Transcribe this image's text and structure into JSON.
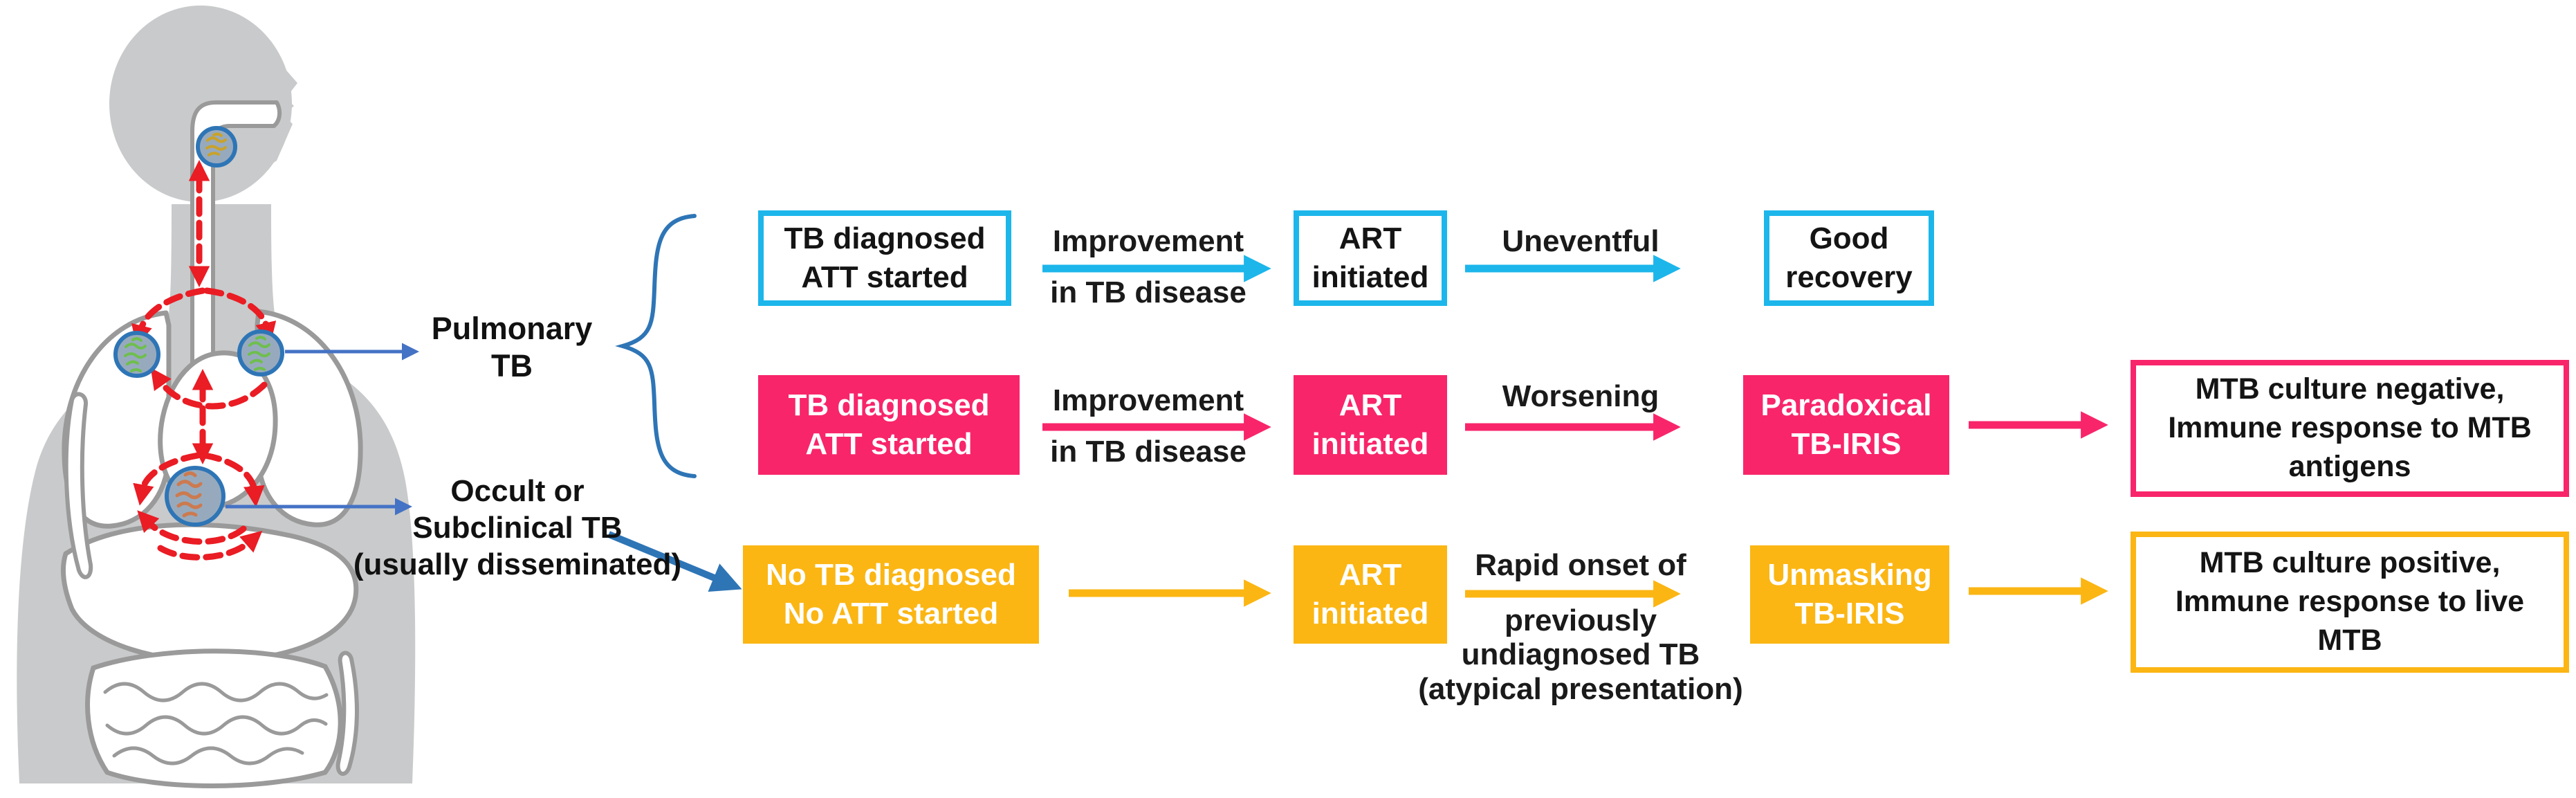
{
  "colors": {
    "cyan": "#1CB6EB",
    "pink": "#F8256B",
    "yellow": "#FBB614",
    "pointer_blue": "#4472C4",
    "accent_blue": "#2E75B6",
    "red_dissemination": "#EA1C24",
    "body_gray": "#C9CACB"
  },
  "left_labels": {
    "pulmonary": "Pulmonary\nTB",
    "occult": "Occult or\nSubclinical TB\n(usually disseminated)"
  },
  "row1": {
    "box1": "TB diagnosed\nATT started",
    "arrow1_label_top": "Improvement",
    "arrow1_label_bottom": "in TB disease",
    "box2": "ART\ninitiated",
    "arrow2_label_top": "Uneventful",
    "box3": "Good\nrecovery"
  },
  "row2": {
    "box1": "TB diagnosed\nATT started",
    "arrow1_label_top": "Improvement",
    "arrow1_label_bottom": "in TB disease",
    "box2": "ART\ninitiated",
    "arrow2_label_top": "Worsening",
    "box3": "Paradoxical\nTB-IRIS",
    "box4": "MTB culture negative,\nImmune response to MTB\nantigens"
  },
  "row3": {
    "box1": "No TB diagnosed\nNo ATT started",
    "box2": "ART\ninitiated",
    "arrow2_label_top": "Rapid onset of",
    "arrow2_label_bottom": "previously\nundiagnosed TB\n(atypical presentation)",
    "box3": "Unmasking\nTB-IRIS",
    "box4": "MTB culture positive,\nImmune response to live\nMTB"
  }
}
